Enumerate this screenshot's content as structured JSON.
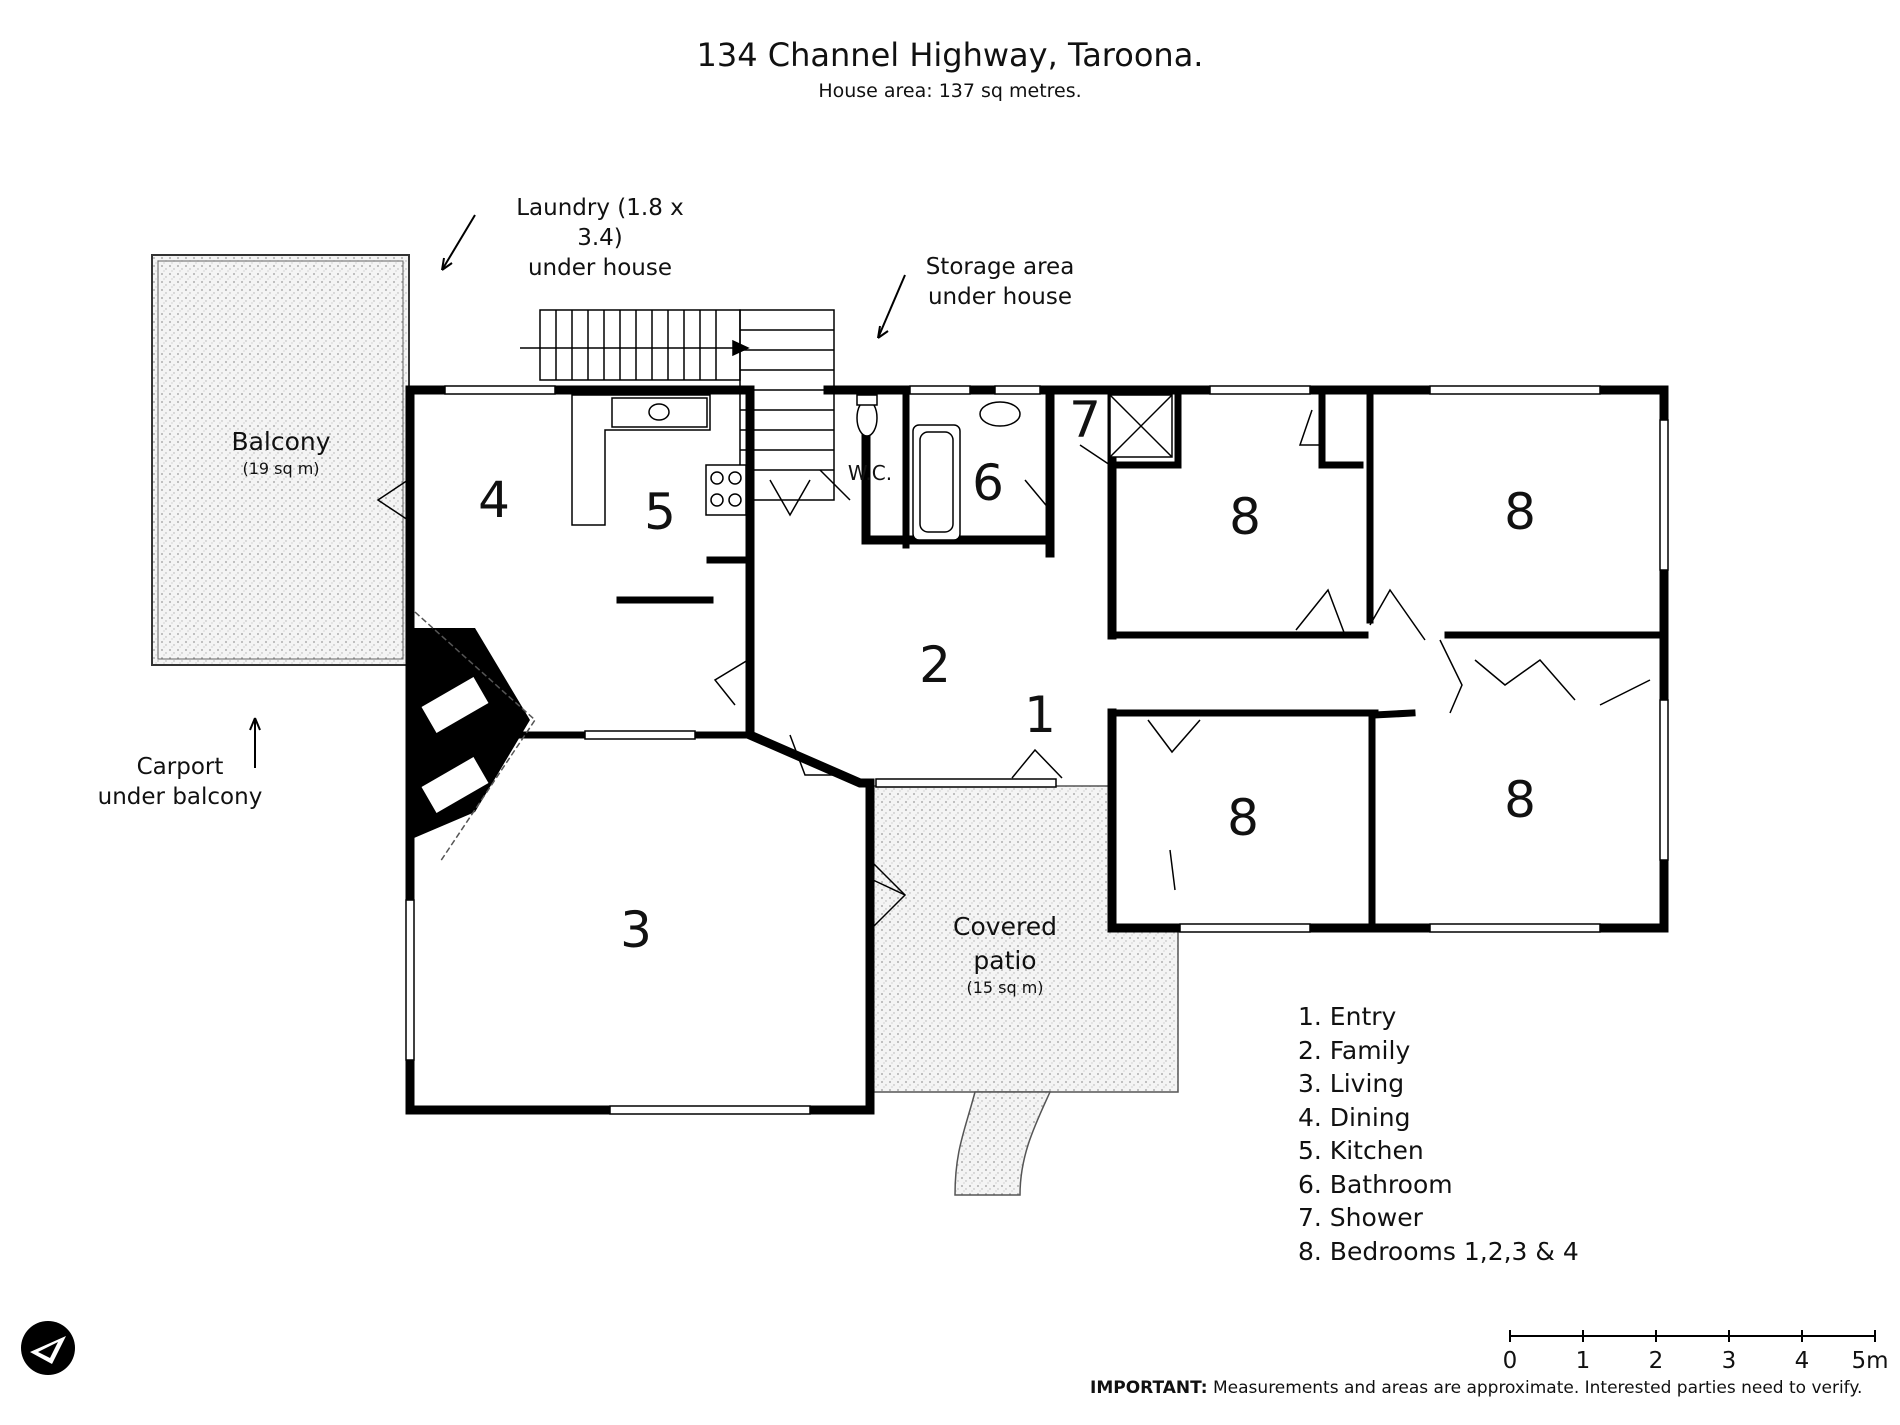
{
  "title": "134 Channel Highway, Taroona.",
  "subtitle": "House area: 137 sq metres.",
  "annotations": {
    "laundry": [
      "Laundry (1.8 x 3.4)",
      "under house"
    ],
    "storage": [
      "Storage area",
      "under house"
    ],
    "carport": [
      "Carport",
      "under balcony"
    ]
  },
  "outdoor": {
    "balcony": {
      "name": "Balcony",
      "area": "(19 sq m)"
    },
    "patio": {
      "line1": "Covered",
      "line2": "patio",
      "area": "(15 sq m)"
    }
  },
  "room_numbers": {
    "entry": "1",
    "family": "2",
    "living": "3",
    "dining": "4",
    "kitchen": "5",
    "bathroom": "6",
    "shower": "7",
    "bed_a": "8",
    "bed_b": "8",
    "bed_c": "8",
    "bed_d": "8",
    "wc": "W.C."
  },
  "legend": [
    "1. Entry",
    "2. Family",
    "3. Living",
    "4. Dining",
    "5. Kitchen",
    "6. Bathroom",
    "7. Shower",
    "8. Bedrooms 1,2,3 & 4"
  ],
  "scale": {
    "ticks": [
      "0",
      "1",
      "2",
      "3",
      "4",
      "5m"
    ]
  },
  "disclaimer": {
    "label": "IMPORTANT:",
    "text": "Measurements and areas are approximate. Interested parties need to verify."
  }
}
